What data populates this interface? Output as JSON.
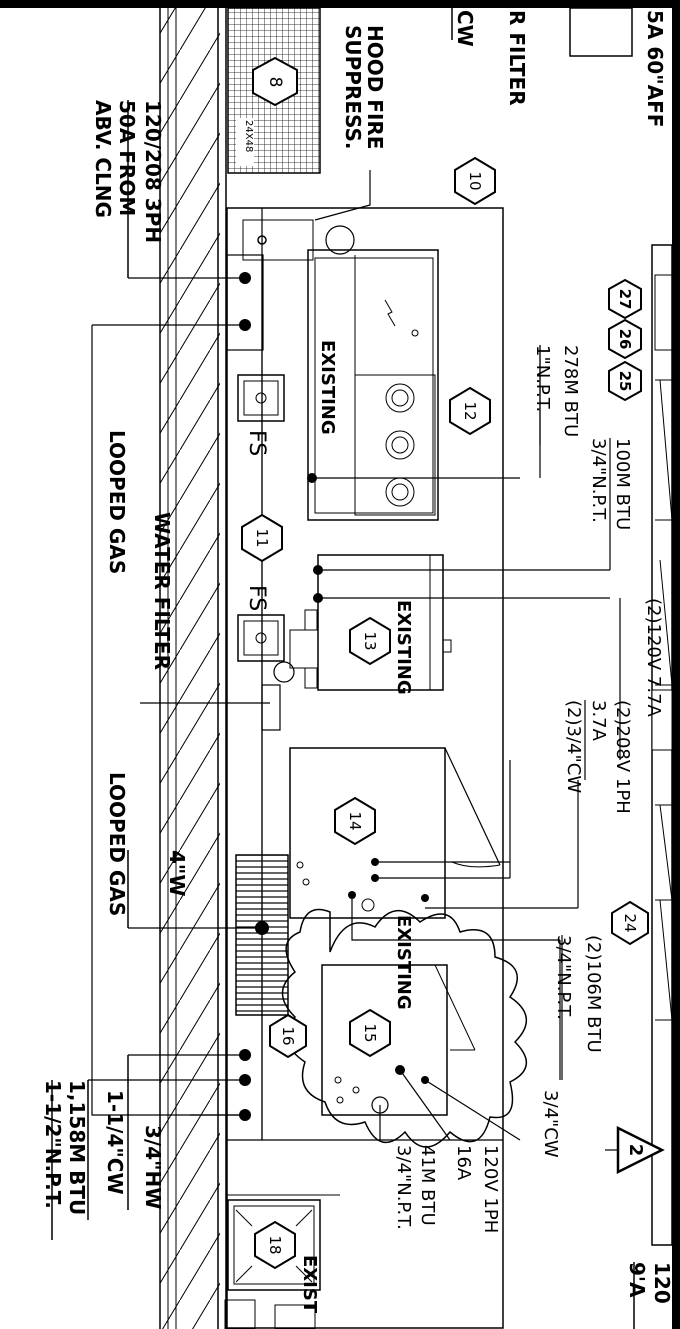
{
  "top": {
    "elec_60": "5A 60\"AFF",
    "filter_frag": "R FILTER",
    "cw_frag": "CW",
    "hood_fire_l1": "HOOD FIRE",
    "hood_fire_l2": "SUPPRESS.",
    "power_l1": "120/208 3PH",
    "power_l2": "50A FROM",
    "power_l3": "ABV. CLNG",
    "grille_size": "24X48",
    "bottom_right_l1": "120",
    "bottom_right_l2": "9'A"
  },
  "tags": {
    "t8": "8",
    "t10": "10",
    "t11": "11",
    "t12": "12",
    "t13": "13",
    "t14": "14",
    "t15": "15",
    "t16": "16",
    "t18": "18",
    "t24": "24",
    "t25": "25",
    "t26": "26",
    "t27": "27"
  },
  "revision": "2",
  "equipment": {
    "existing_12": "EXISTING",
    "existing_13": "EXISTING",
    "existing_15": "EXISTING",
    "existing_18": "EXIST",
    "fs_a": "FS",
    "fs_b": "FS"
  },
  "notes": {
    "n278_l1": "278M BTU",
    "n278_l2": "1\"N.P.T.",
    "n100_l1": "100M BTU",
    "n100_l2": "3/4\"N.P.T.",
    "n120_l1": "(2)120V 7.7A",
    "n208_l1": "(2)208V 1PH",
    "n208_l2": "3.7A",
    "n208_l3": "(2)3/4\"CW",
    "n106_l1": "(2)106M BTU",
    "n106_l2": "3/4\"N.P.T.",
    "n15cw": "3/4\"CW",
    "n15e_l1": "120V 1PH",
    "n15e_l2": "16A",
    "n15g_l1": "41M BTU",
    "n15g_l2": "3/4\"N.P.T.",
    "looped_gas_a": "LOOPED GAS",
    "looped_gas_b": "LOOPED GAS",
    "water_filter": "WATER FILTER",
    "drain": "4\"W",
    "hw": "3/4\"HW",
    "cw114": "1-1/4\"CW",
    "btu1158": "1,158M BTU",
    "npt112": "1-1/2\"N.P.T."
  }
}
